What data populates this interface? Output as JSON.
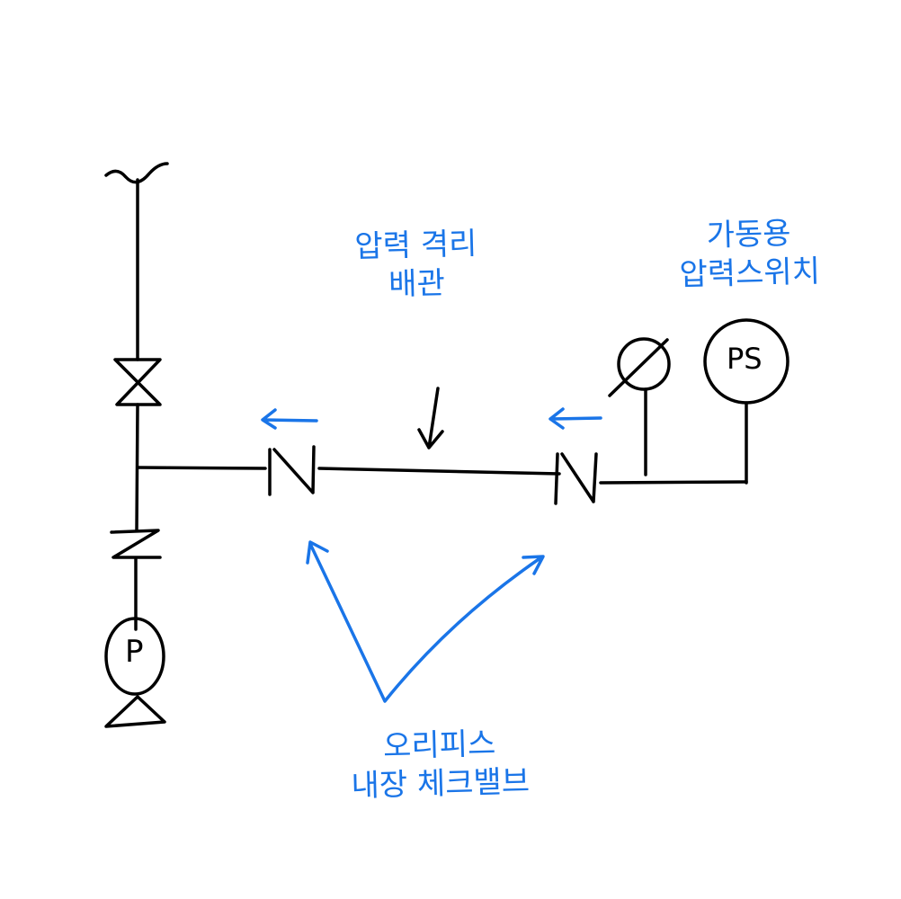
{
  "labels": {
    "isolation_pipe": [
      "압력 격리",
      "배관"
    ],
    "pressure_switch": [
      "가동용",
      "압력스위치"
    ],
    "check_valve": [
      "오리피스",
      "내장 체크밸브"
    ]
  },
  "symbols": {
    "pump": "P",
    "pressure_switch": "PS"
  },
  "colors": {
    "ink": "#000000",
    "annotation": "#1a75e8"
  }
}
